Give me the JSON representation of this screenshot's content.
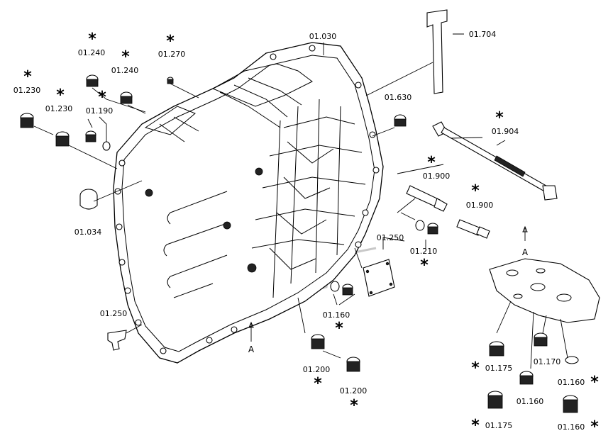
{
  "parts": [
    {
      "id": "p-01030",
      "code": "01.030",
      "starred": false
    },
    {
      "id": "p-01704",
      "code": "01.704",
      "starred": false
    },
    {
      "id": "p-01270",
      "code": "01.270",
      "starred": true
    },
    {
      "id": "p-01240a",
      "code": "01.240",
      "starred": true
    },
    {
      "id": "p-01240b",
      "code": "01.240",
      "starred": true
    },
    {
      "id": "p-01230a",
      "code": "01.230",
      "starred": true
    },
    {
      "id": "p-01230b",
      "code": "01.230",
      "starred": true
    },
    {
      "id": "p-01190",
      "code": "01.190",
      "starred": true
    },
    {
      "id": "p-01630",
      "code": "01.630",
      "starred": false
    },
    {
      "id": "p-01904",
      "code": "01.904",
      "starred": true
    },
    {
      "id": "p-01900a",
      "code": "01.900",
      "starred": true
    },
    {
      "id": "p-01900b",
      "code": "01.900",
      "starred": true
    },
    {
      "id": "p-01034",
      "code": "01.034",
      "starred": false
    },
    {
      "id": "p-01250a",
      "code": "01.250",
      "starred": false
    },
    {
      "id": "p-01250b",
      "code": "01.250",
      "starred": false
    },
    {
      "id": "p-01210",
      "code": "01.210",
      "starred": true
    },
    {
      "id": "p-01160a",
      "code": "01.160",
      "starred": true
    },
    {
      "id": "p-01200a",
      "code": "01.200",
      "starred": true
    },
    {
      "id": "p-01200b",
      "code": "01.200",
      "starred": true
    },
    {
      "id": "p-01175a",
      "code": "01.175",
      "starred": true
    },
    {
      "id": "p-01175b",
      "code": "01.175",
      "starred": true
    },
    {
      "id": "p-01170",
      "code": "01.170",
      "starred": false
    },
    {
      "id": "p-01160b",
      "code": "01.160",
      "starred": false
    },
    {
      "id": "p-01160c",
      "code": "01.160",
      "starred": true
    },
    {
      "id": "p-01160d",
      "code": "01.160",
      "starred": true
    }
  ],
  "view_label": "A",
  "asterisk_symbol": "*"
}
